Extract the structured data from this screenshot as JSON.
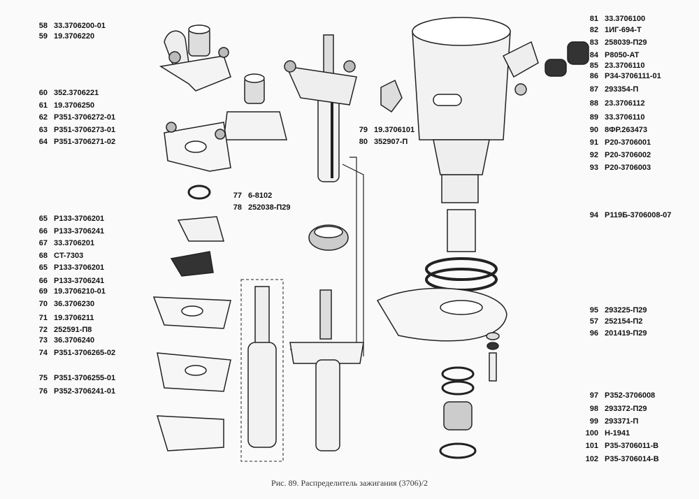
{
  "figure": {
    "caption": "Рис. 89. Распределитель зажигания (3706)/2",
    "callouts": [
      {
        "num": "58",
        "code": "33.3706200-01"
      },
      {
        "num": "59",
        "code": "19.3706220"
      },
      {
        "num": "60",
        "code": "352.3706221"
      },
      {
        "num": "61",
        "code": "19.3706250"
      },
      {
        "num": "62",
        "code": "P351-3706272-01"
      },
      {
        "num": "63",
        "code": "P351-3706273-01"
      },
      {
        "num": "64",
        "code": "P351-3706271-02"
      },
      {
        "num": "77",
        "code": "6-8102"
      },
      {
        "num": "78",
        "code": "252038-П29"
      },
      {
        "num": "79",
        "code": "19.3706101"
      },
      {
        "num": "80",
        "code": "352907-П"
      },
      {
        "num": "65",
        "code": "P133-3706201"
      },
      {
        "num": "66",
        "code": "P133-3706241"
      },
      {
        "num": "67",
        "code": "33.3706201"
      },
      {
        "num": "68",
        "code": "CT-7303"
      },
      {
        "num": "65",
        "code": "P133-3706201"
      },
      {
        "num": "66",
        "code": "P133-3706241"
      },
      {
        "num": "69",
        "code": "19.3706210-01"
      },
      {
        "num": "70",
        "code": "36.3706230"
      },
      {
        "num": "71",
        "code": "19.3706211"
      },
      {
        "num": "72",
        "code": "252591-П8"
      },
      {
        "num": "73",
        "code": "36.3706240"
      },
      {
        "num": "74",
        "code": "P351-3706265-02"
      },
      {
        "num": "75",
        "code": "P351-3706255-01"
      },
      {
        "num": "76",
        "code": "P352-3706241-01"
      },
      {
        "num": "81",
        "code": "33.3706100"
      },
      {
        "num": "82",
        "code": "1ИГ-694-Т"
      },
      {
        "num": "83",
        "code": "258039-П29"
      },
      {
        "num": "84",
        "code": "P8050-AT"
      },
      {
        "num": "85",
        "code": "23.3706110"
      },
      {
        "num": "86",
        "code": "P34-3706111-01"
      },
      {
        "num": "87",
        "code": "293354-П"
      },
      {
        "num": "88",
        "code": "23.3706112"
      },
      {
        "num": "89",
        "code": "33.3706110"
      },
      {
        "num": "90",
        "code": "8ФР.263473"
      },
      {
        "num": "91",
        "code": "P20-3706001"
      },
      {
        "num": "92",
        "code": "P20-3706002"
      },
      {
        "num": "93",
        "code": "P20-3706003"
      },
      {
        "num": "94",
        "code": "P119Б-3706008-07"
      },
      {
        "num": "95",
        "code": "293225-П29"
      },
      {
        "num": "57",
        "code": "252154-П2"
      },
      {
        "num": "96",
        "code": "201419-П29"
      },
      {
        "num": "97",
        "code": "P352-3706008"
      },
      {
        "num": "98",
        "code": "293372-П29"
      },
      {
        "num": "99",
        "code": "293371-П"
      },
      {
        "num": "100",
        "code": "H-1941"
      },
      {
        "num": "101",
        "code": "P35-3706011-B"
      },
      {
        "num": "102",
        "code": "P35-3706014-B"
      }
    ]
  }
}
